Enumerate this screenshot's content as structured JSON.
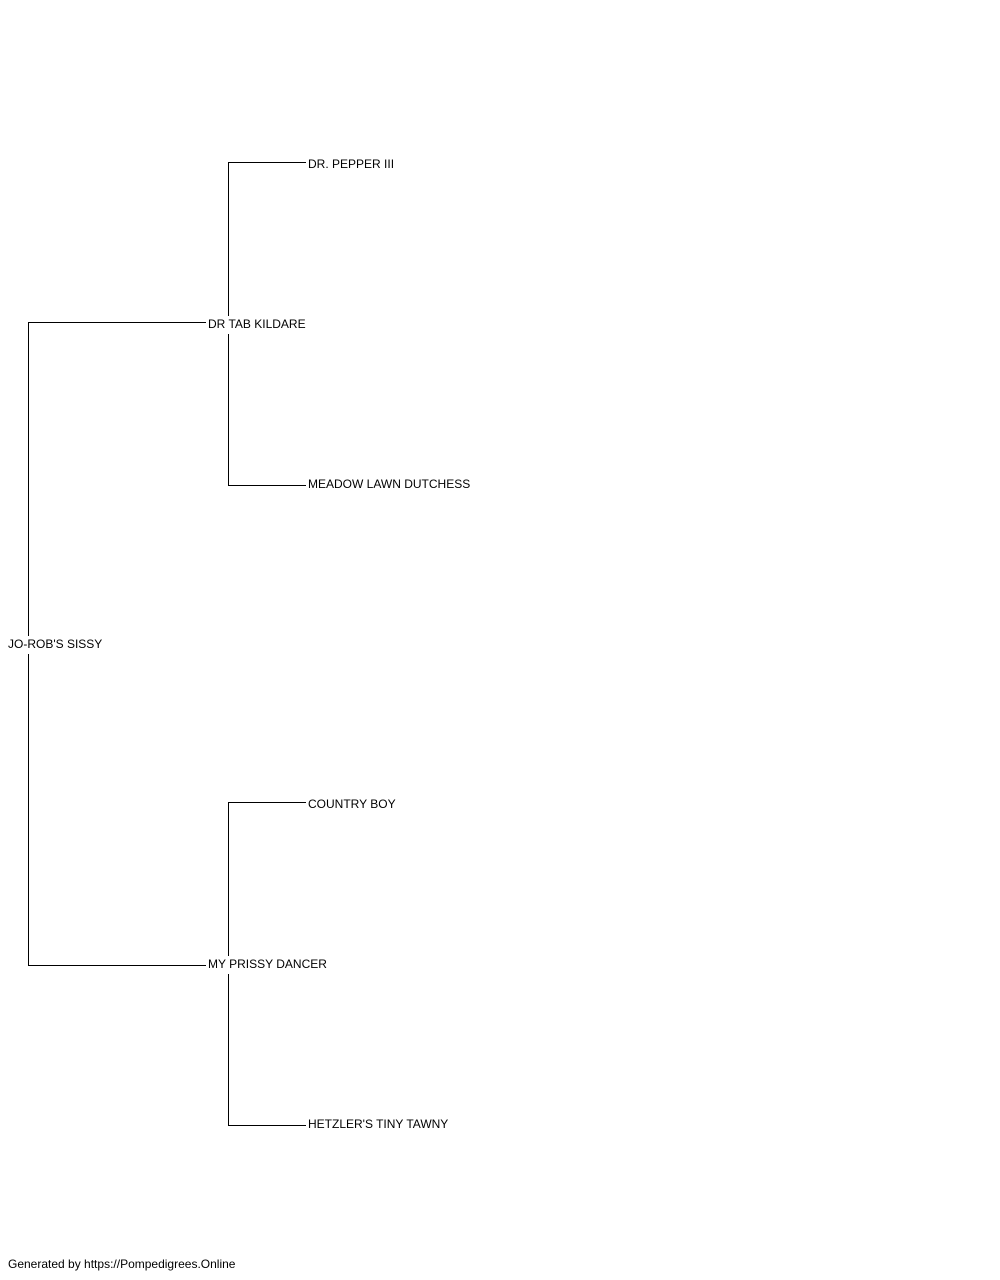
{
  "pedigree": {
    "subject": "JO-ROB'S SISSY",
    "sire": "DR TAB KILDARE",
    "dam": "MY PRISSY DANCER",
    "sire_sire": "DR. PEPPER III",
    "sire_dam": "MEADOW LAWN DUTCHESS",
    "dam_sire": "COUNTRY BOY",
    "dam_dam": "HETZLER'S TINY TAWNY"
  },
  "footer": {
    "text": "Generated by https://Pompedigrees.Online"
  },
  "colors": {
    "line": "#000000",
    "background": "#ffffff",
    "text": "#000000"
  }
}
